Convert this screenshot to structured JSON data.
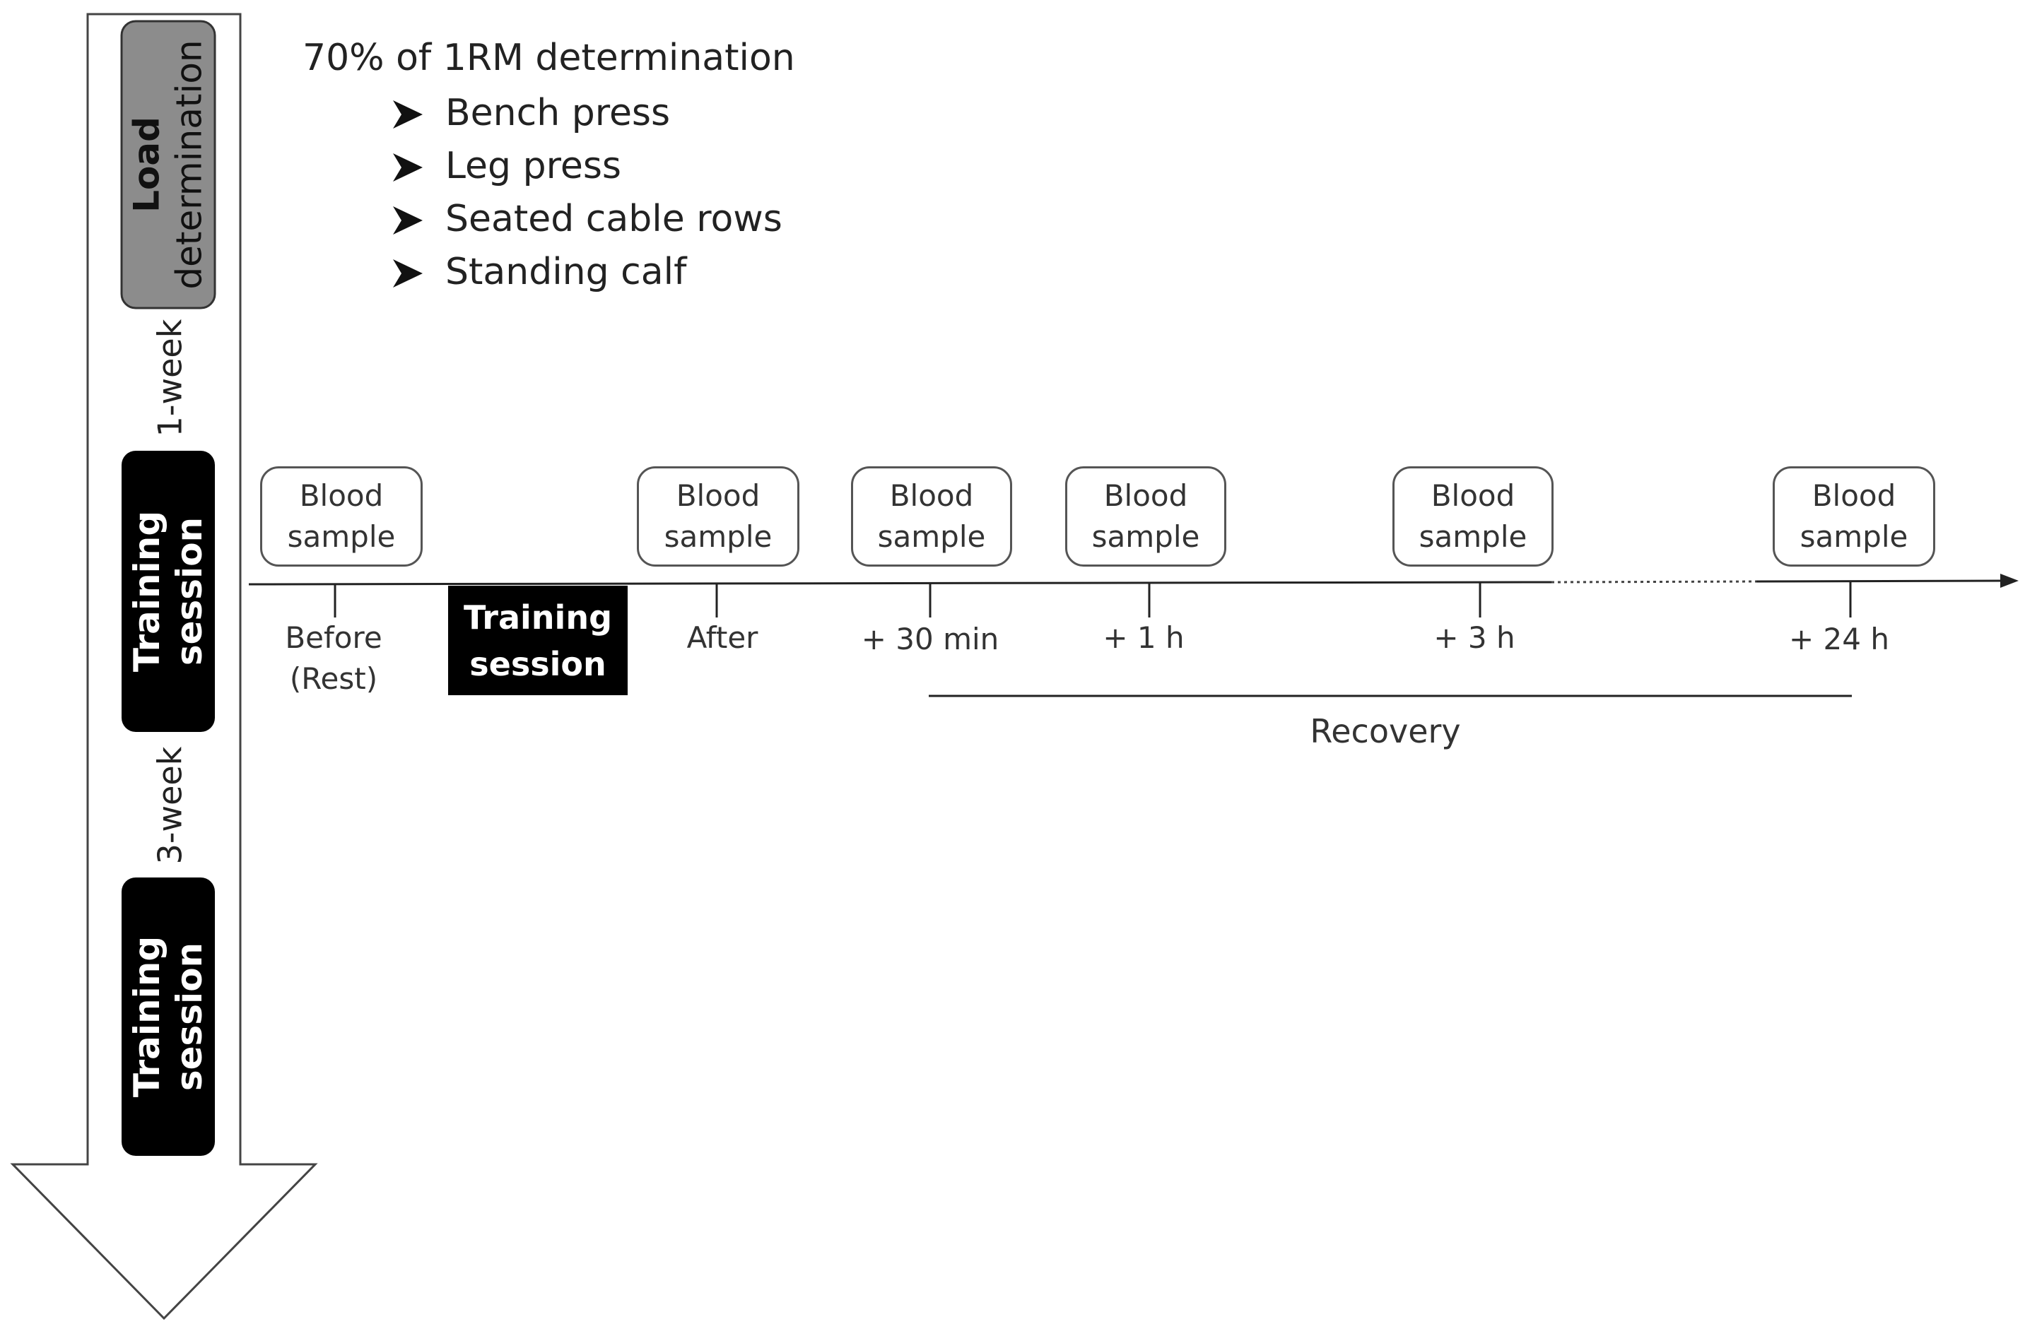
{
  "protocol": {
    "title": "70% of 1RM determination",
    "exercises": [
      "Bench press",
      "Leg press",
      "Seated cable rows",
      "Standing calf"
    ]
  },
  "left_flow": {
    "load_determination": [
      "Load",
      "determination"
    ],
    "interval_1": "1-week",
    "training_session_1": [
      "Training",
      "session"
    ],
    "interval_2": "3-week",
    "training_session_2": [
      "Training",
      "session"
    ]
  },
  "timeline": {
    "blood_sample": [
      "Blood",
      "sample"
    ],
    "timepoints": [
      {
        "label": [
          "Before",
          "(Rest)"
        ]
      },
      {
        "label": [
          "After"
        ]
      },
      {
        "label": [
          "+ 30 min"
        ]
      },
      {
        "label": [
          "+ 1 h"
        ]
      },
      {
        "label": [
          "+ 3 h"
        ]
      },
      {
        "label": [
          "+ 24 h"
        ]
      }
    ],
    "training_session": [
      "Training",
      "session"
    ],
    "recovery_label": "Recovery"
  },
  "colors": {
    "load_box": "#8c8c8c",
    "session_box": "#000000",
    "line": "#222222"
  }
}
